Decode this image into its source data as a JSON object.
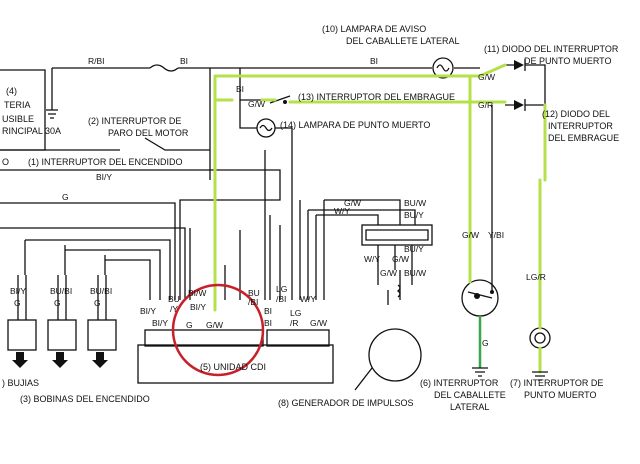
{
  "components": {
    "lamp_stand": {
      "line1": "(10) LAMPARA DE AVISO",
      "line2": "DEL CABALLETE LATERAL"
    },
    "diode_neutral": {
      "line1": "(11) DIODO DEL INTERRUPTOR",
      "line2": "DE PUNTO MUERTO"
    },
    "diode_clutch": {
      "line1": "(12) DIODO DEL",
      "line2": "INTERRUPTOR",
      "line3": "DEL EMBRAGUE"
    },
    "battery": {
      "number": "(4)",
      "label": "TERIA"
    },
    "fuse": {
      "line1": "USIBLE",
      "line2": "RINCIPAL 30A"
    },
    "stop_switch": {
      "line1": "(2) INTERRUPTOR DE",
      "line2": "PARO DEL MOTOR"
    },
    "clutch_switch": {
      "label": "(13) INTERRUPTOR DEL EMBRAGUE"
    },
    "neutral_lamp": {
      "label": "(14) LAMPARA DE PUNTO MUERTO"
    },
    "ignition_switch": {
      "label": "(1) INTERRUPTOR DEL ENCENDIDO",
      "left_fragment": "O"
    },
    "cdi": {
      "label": "(5) UNIDAD CDI"
    },
    "spark_plugs": {
      "label": ") BUJIAS"
    },
    "coils": {
      "label": "(3) BOBINAS DEL ENCENDIDO"
    },
    "pulse_generator": {
      "label": "(8) GENERADOR DE IMPULSOS"
    },
    "stand_switch": {
      "line1": "(6) INTERRUPTOR",
      "line2": "DEL CABALLETE",
      "line3": "LATERAL"
    },
    "neutral_switch": {
      "line1": "(7) INTERRUPTOR DE",
      "line2": "PUNTO MUERTO"
    }
  },
  "wires": {
    "r_bl": "R/BI",
    "bl_top": "BI",
    "bl_right": "BI",
    "bl_mid": "BI",
    "gw_diode": "G/W",
    "gr_diode": "G/R",
    "gw_clutch": "G/W",
    "bly_ign": "BI/Y",
    "g_main": "G",
    "gw_bus": "G/W",
    "wy_bus": "W/Y",
    "bu_w": "BU/W",
    "bu_y": "BU/Y",
    "wy_gen": "W/Y",
    "gw_gen1": "G/W",
    "bu_y_gen": "BU/Y",
    "gw_gen2": "G/W",
    "bu_w_gen": "BU/W",
    "gw_stand": "G/W",
    "ybl_stand": "Y/BI",
    "lgr_neutral": "LG/R",
    "g_stand": "G",
    "coil1_top": "BI/Y",
    "coil1_bot": "G",
    "coil2_top": "BU/BI",
    "coil2_bot": "G",
    "coil3_top": "BU/BI",
    "coil3_bot": "G",
    "cdi_bly1": "BI/Y",
    "cdi_bu1": "BU",
    "cdi_y1": "/Y",
    "cdi_bly2": "BI/Y",
    "cdi_bw": "BI/W",
    "cdi_bu2": "BU",
    "cdi_bl2": "/BI",
    "cdi_bly3": "BI/Y",
    "cdi_g": "G",
    "cdi_gw": "G/W",
    "cdi_bi": "BI",
    "cdi_lg": "LG",
    "cdi_lgbi": "/BI",
    "cdi_wy": "W/Y",
    "cdi_gw2": "G/W",
    "cdi_lgr": "LG",
    "cdi_r": "/R",
    "cdi_bi2": "BI"
  }
}
